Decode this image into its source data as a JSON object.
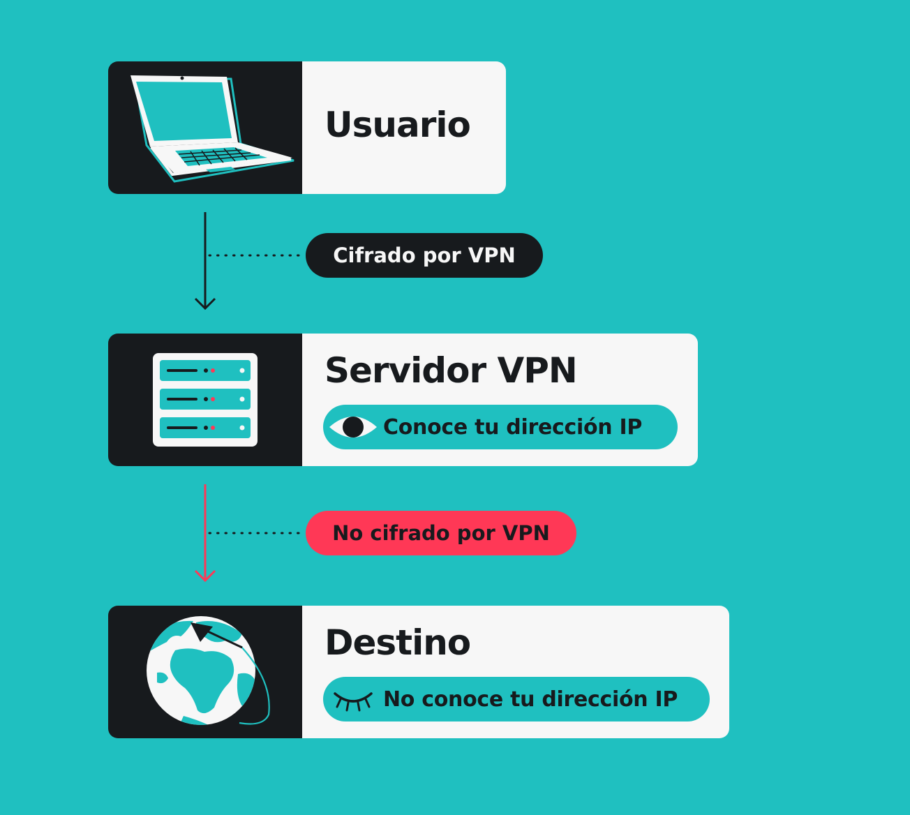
{
  "colors": {
    "background": "#1FC0C0",
    "dark": "#171A1D",
    "card": "#F7F7F7",
    "encrypted": "#171A1D",
    "not_encrypted": "#FF3856"
  },
  "steps": [
    {
      "title": "Usuario",
      "icon": "laptop-icon"
    },
    {
      "title": "Servidor VPN",
      "icon": "server-icon",
      "status": {
        "icon": "eye-open-icon",
        "label": "Conoce tu dirección IP"
      }
    },
    {
      "title": "Destino",
      "icon": "globe-icon",
      "status": {
        "icon": "eye-closed-icon",
        "label": "No conoce tu dirección IP"
      }
    }
  ],
  "connections": [
    {
      "label": "Cifrado por VPN",
      "color": "#171A1D"
    },
    {
      "label": "No cifrado por VPN",
      "color": "#FF3856"
    }
  ]
}
